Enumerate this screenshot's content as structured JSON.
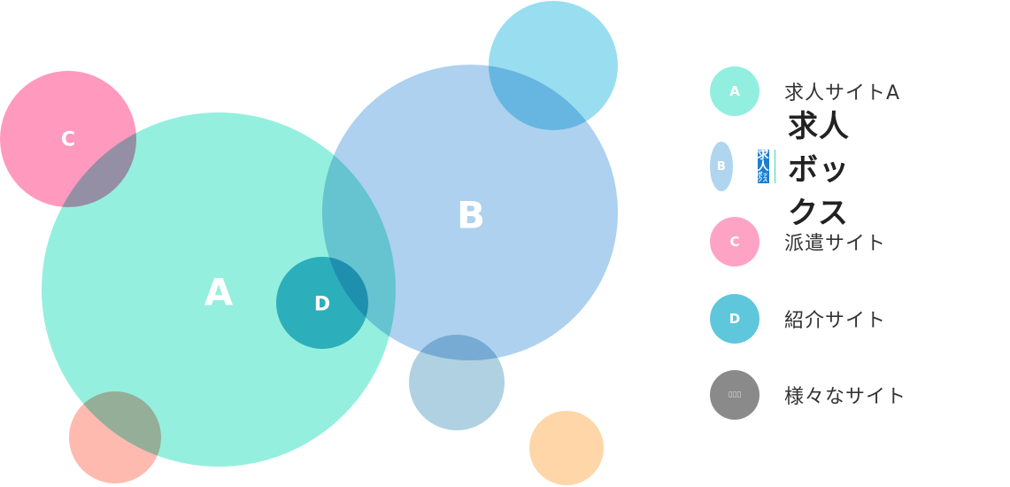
{
  "diagram": {
    "circles": [
      {
        "id": "A",
        "label": "A",
        "color": "#8beedc"
      },
      {
        "id": "B",
        "label": "B",
        "color": "#a6cdee"
      },
      {
        "id": "top",
        "label": "",
        "color": "#8fdcef"
      },
      {
        "id": "C",
        "label": "C",
        "color": "#ff90b9"
      },
      {
        "id": "D",
        "label": "D",
        "color": "#3db5d3"
      },
      {
        "id": "salmon",
        "label": "",
        "color": "#ffb4a8"
      },
      {
        "id": "grayblue",
        "label": "",
        "color": "#a8cde0"
      },
      {
        "id": "orange",
        "label": "",
        "color": "#ffd3a0"
      }
    ]
  },
  "legend": {
    "items": [
      {
        "badge": "A",
        "text": "求人サイトA",
        "color": "#92efdf"
      },
      {
        "badge": "B",
        "text": "",
        "color": "#b0d5ef",
        "logo": {
          "box_line1": "求人",
          "box_line2": "ボックス",
          "text": "求人ボックス"
        }
      },
      {
        "badge": "C",
        "text": "派遣サイト",
        "color": "#ffa3c5"
      },
      {
        "badge": "D",
        "text": "紹介サイト",
        "color": "#5ec7dc"
      },
      {
        "badge": "▯▯▯",
        "text": "様々なサイト",
        "color": "#8a8a8a"
      }
    ]
  }
}
